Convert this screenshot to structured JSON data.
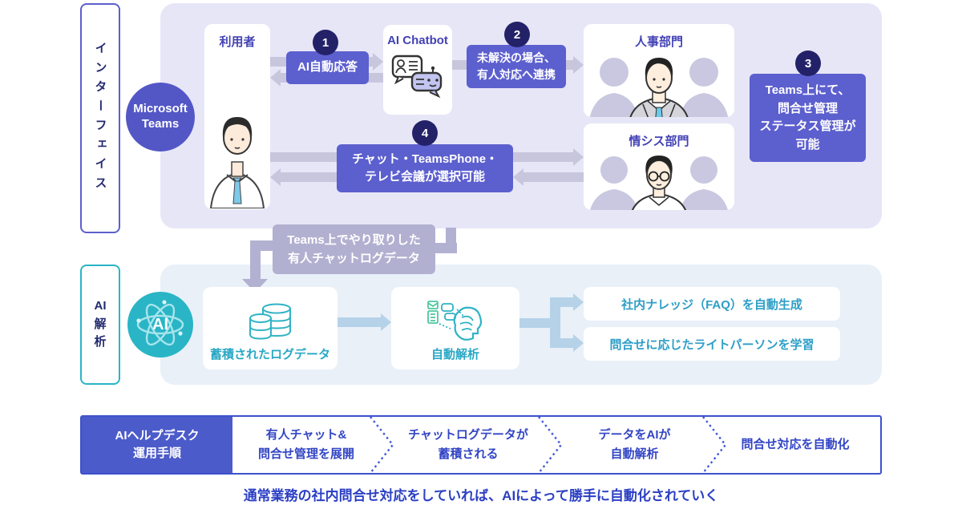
{
  "colors": {
    "step_purple": "#5c5fce",
    "badge_navy": "#232268",
    "teams_circle": "#5357c6",
    "ai_teal": "#29b5c6",
    "section1_bg": "#e7e6f7",
    "section2_bg": "#e9f0f8",
    "bar_blue": "#3d52cc",
    "output_teal": "#2d9ec7"
  },
  "interface_section": {
    "label": "インターフェイス",
    "teams_badge": "Microsoft\nTeams",
    "user_box": {
      "title": "利用者"
    },
    "chatbot_box": {
      "title": "AI Chatbot"
    },
    "hr_box": {
      "title": "人事部門"
    },
    "it_box": {
      "title": "情シス部門"
    },
    "steps": [
      {
        "num": "1",
        "text": "AI自動応答"
      },
      {
        "num": "2",
        "text": "未解決の場合、\n有人対応へ連携"
      },
      {
        "num": "3",
        "text": "Teams上にて、\n問合せ管理\nステータス管理が\n可能"
      },
      {
        "num": "4",
        "text": "チャット・TeamsPhone・\nテレビ会議が選択可能"
      }
    ]
  },
  "log_connector": {
    "text": "Teams上でやり取りした\n有人チャットログデータ"
  },
  "ai_section": {
    "label": "AI\n解\n析",
    "ai_badge": "AI",
    "log_box": {
      "title": "蓄積されたログデータ"
    },
    "analysis_box": {
      "title": "自動解析"
    },
    "outputs": [
      {
        "text": "社内ナレッジ（FAQ）を自動生成"
      },
      {
        "text": "問合せに応じたライトパーソンを学習"
      }
    ]
  },
  "process_bar": {
    "segments": [
      {
        "text": "AIヘルプデスク\n運用手順"
      },
      {
        "text": "有人チャット&\n問合せ管理を展開"
      },
      {
        "text": "チャットログデータが\n蓄積される"
      },
      {
        "text": "データをAIが\n自動解析"
      },
      {
        "text": "問合せ対応を自動化"
      }
    ]
  },
  "footer": {
    "text": "通常業務の社内問合せ対応をしていれば、AIによって勝手に自動化されていく"
  }
}
